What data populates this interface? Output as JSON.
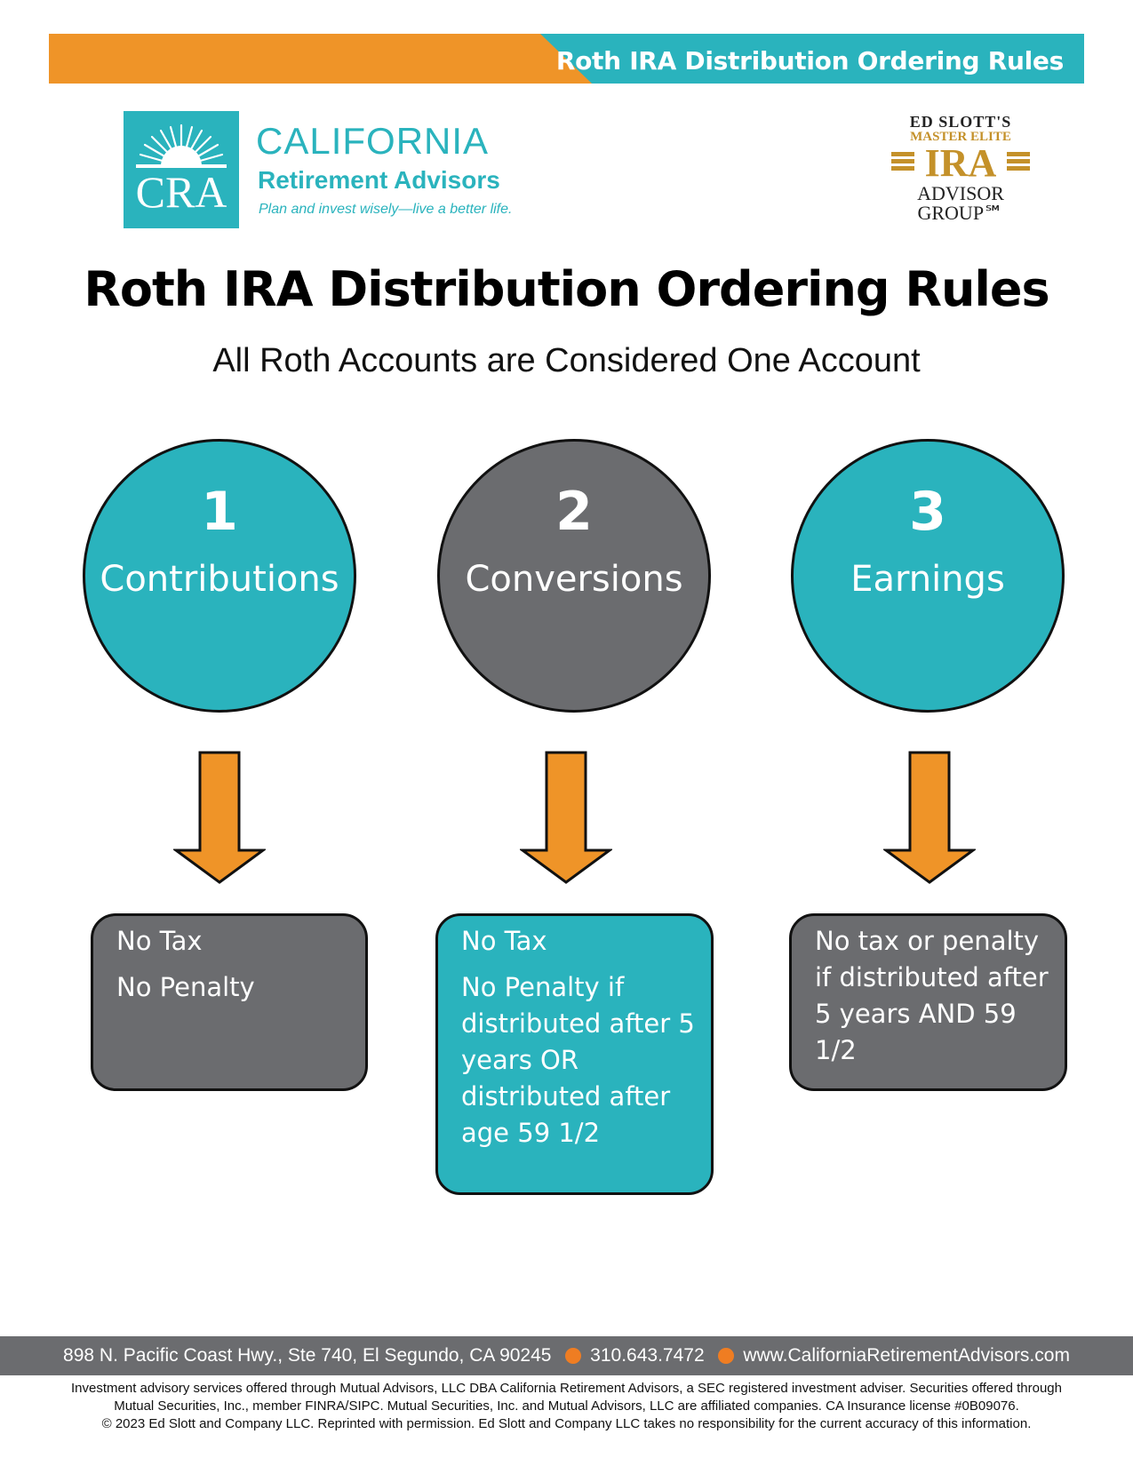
{
  "header": {
    "title": "Roth IRA Distribution Ordering Rules"
  },
  "brand": {
    "logo_mark": "CRA",
    "name_line1": "CALIFORNIA",
    "name_line2": "Retirement Advisors",
    "tagline": "Plan and invest wisely—live a better life."
  },
  "partner_logo": {
    "line1": "ED SLOTT'S",
    "line2": "MASTER ELITE",
    "line3": "IRA",
    "line4": "ADVISOR",
    "line5": "GROUP℠"
  },
  "title": "Roth IRA Distribution Ordering Rules",
  "subtitle": "All Roth Accounts are Considered One Account",
  "steps": [
    {
      "number": "1",
      "label": "Contributions",
      "color": "#2ab3bd",
      "rules": [
        "No Tax",
        "No Penalty"
      ],
      "box_color": "#6b6c6f"
    },
    {
      "number": "2",
      "label": "Conversions",
      "color": "#6b6c6f",
      "rules": [
        "No Tax",
        "No Penalty if distributed after 5 years OR distributed after age 59 1/2"
      ],
      "box_color": "#2ab3bd"
    },
    {
      "number": "3",
      "label": "Earnings",
      "color": "#2ab3bd",
      "rules": [
        "No tax or penalty if distributed after 5 years AND 59 1/2"
      ],
      "box_color": "#6b6c6f"
    }
  ],
  "colors": {
    "teal": "#2ab3bd",
    "gray": "#6b6c6f",
    "orange": "#ef9428",
    "gold": "#c4912a"
  },
  "footer": {
    "address": "898 N. Pacific Coast Hwy., Ste 740, El Segundo, CA 90245",
    "phone": "310.643.7472",
    "website": "www.CaliforniaRetirementAdvisors.com",
    "icons": [
      "phone-icon",
      "globe-icon"
    ],
    "disclaimer_line1": "Investment advisory services offered through Mutual Advisors, LLC DBA California Retirement Advisors, a SEC registered investment adviser. Securities offered through",
    "disclaimer_line2": "Mutual Securities, Inc., member FINRA/SIPC. Mutual Securities, Inc. and Mutual Advisors, LLC are affiliated companies. CA Insurance license #0B09076.",
    "disclaimer_line3": "© 2023 Ed Slott and Company LLC.  Reprinted with permission.  Ed Slott and Company LLC takes no responsibility for the current accuracy of this information."
  }
}
